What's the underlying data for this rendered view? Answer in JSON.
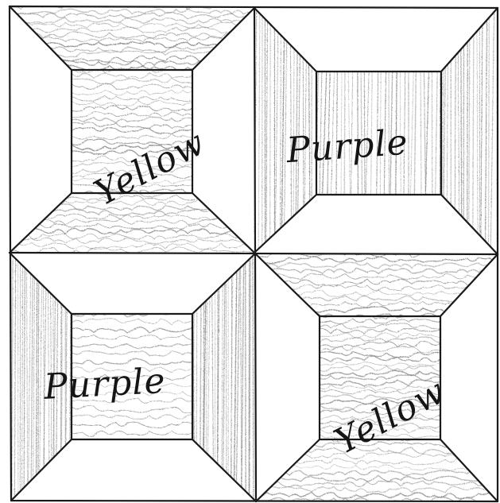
{
  "quadrants": [
    {
      "label": "Yellow"
    },
    {
      "label": "Purple"
    },
    {
      "label": "Purple"
    },
    {
      "label": "Yellow"
    }
  ],
  "colors": {
    "ink": "#1a1a1a",
    "pencil": "#7a7a7a",
    "paper": "#ffffff"
  }
}
